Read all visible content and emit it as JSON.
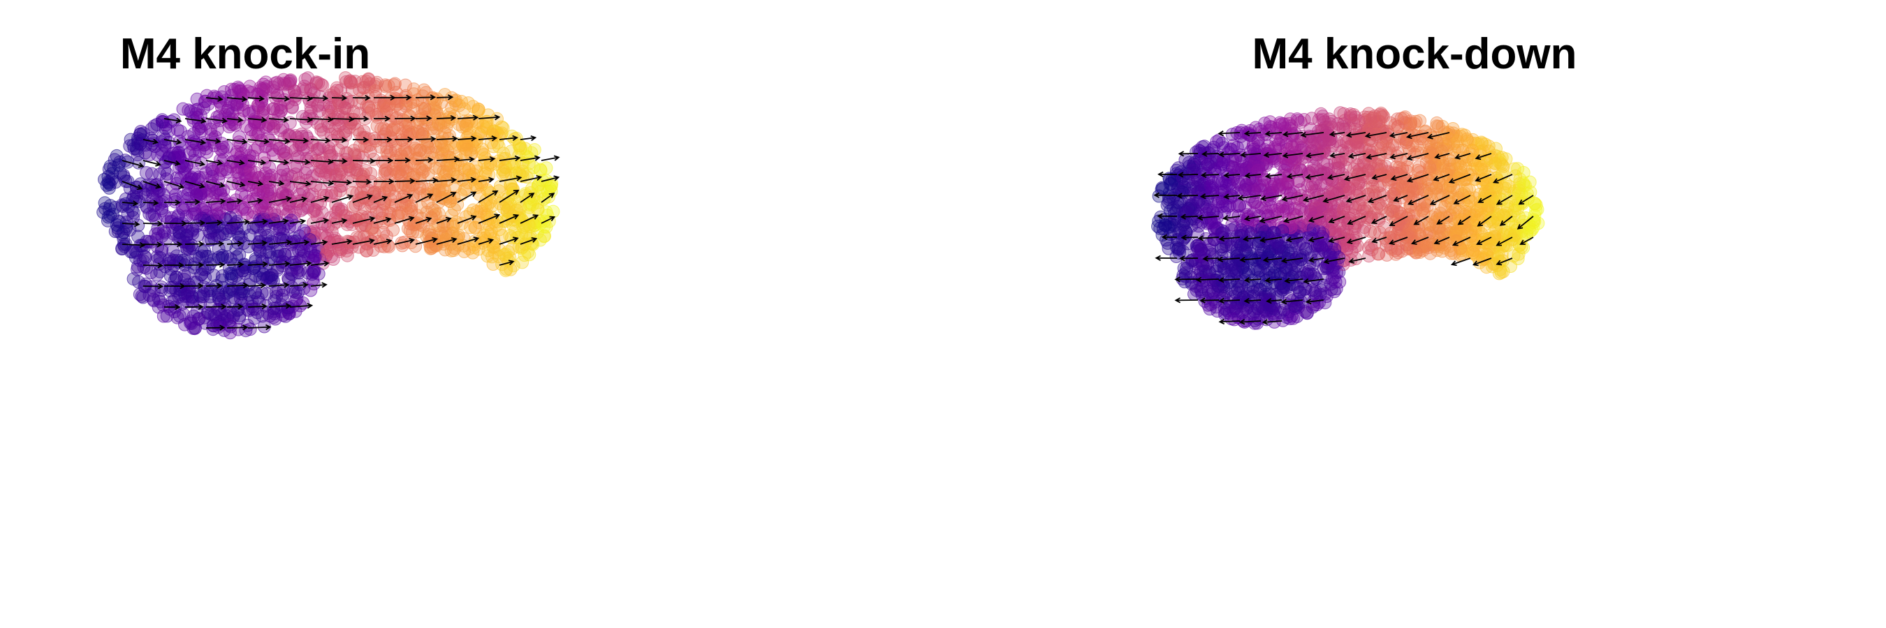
{
  "panels": [
    {
      "title": "M4 knock-in",
      "flow": "forward"
    },
    {
      "title": "M4 knock-down",
      "flow": "reverse"
    }
  ],
  "chart_data": [
    {
      "type": "scatter",
      "title": "M4 knock-in",
      "xlabel": "",
      "ylabel": "",
      "axes_visible": false,
      "grid": false,
      "legend": "none",
      "point_alpha": 0.35,
      "color_scale": "plasma",
      "color_scale_stops": [
        "#0d0887",
        "#5c01a6",
        "#9c179e",
        "#cc4778",
        "#ed7953",
        "#fdb42f",
        "#f0f921"
      ],
      "overlay": "velocity-arrows",
      "arrow_color": "#000000",
      "arrow_direction": "left-to-right along trajectory (low to high pseudotime)"
    },
    {
      "type": "scatter",
      "title": "M4 knock-down",
      "xlabel": "",
      "ylabel": "",
      "axes_visible": false,
      "grid": false,
      "legend": "none",
      "point_alpha": 0.35,
      "color_scale": "plasma",
      "color_scale_stops": [
        "#0d0887",
        "#5c01a6",
        "#9c179e",
        "#cc4778",
        "#ed7953",
        "#fdb42f",
        "#f0f921"
      ],
      "overlay": "velocity-arrows",
      "arrow_color": "#000000",
      "arrow_direction": "right-to-left along trajectory (high to low pseudotime)"
    }
  ]
}
